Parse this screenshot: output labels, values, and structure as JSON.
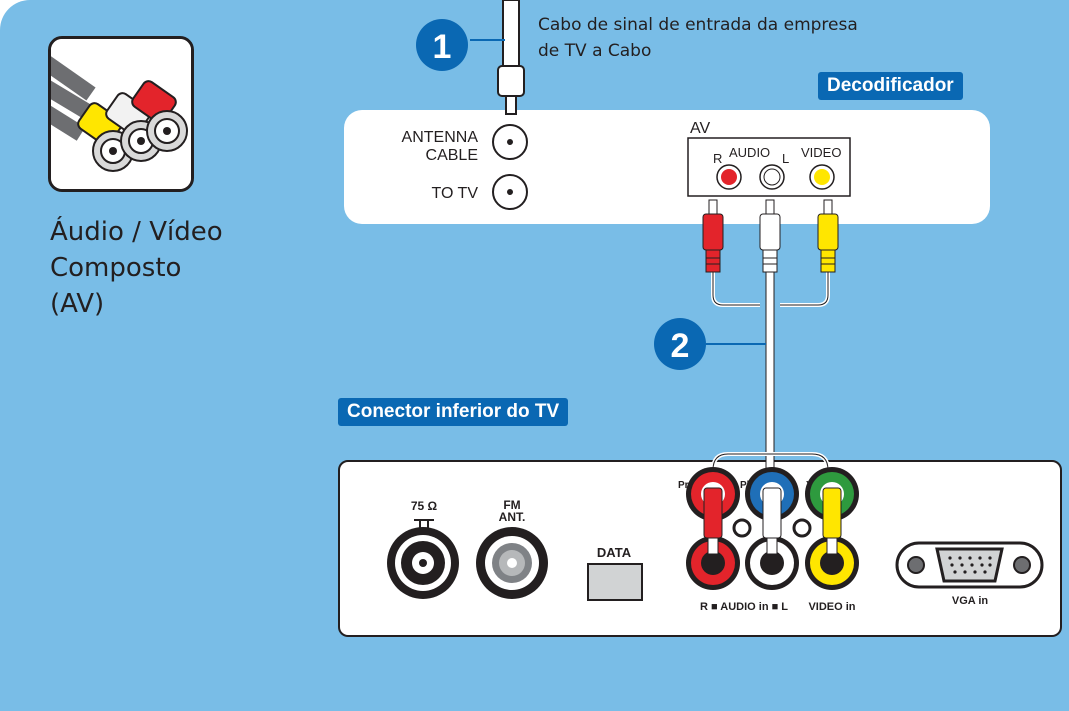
{
  "thumbnail": {
    "caption_lines": [
      "Áudio / Vídeo",
      "Composto",
      "(AV)"
    ]
  },
  "steps": [
    {
      "number": "1",
      "label_lines": [
        "Cabo de sinal de entrada da empresa",
        "de TV a Cabo"
      ]
    },
    {
      "number": "2"
    }
  ],
  "decoder": {
    "tag": "Decodificador",
    "antenna_lines": [
      "ANTENNA",
      "CABLE"
    ],
    "to_tv": "TO TV",
    "av_title": "AV",
    "av_r": "R",
    "av_audio": "AUDIO",
    "av_l": "L",
    "av_video": "VIDEO"
  },
  "tv": {
    "tag": "Conector inferior do TV",
    "ohm_label": "75 Ω",
    "fm_lines": [
      "FM",
      "ANT."
    ],
    "data_label": "DATA",
    "pr": "Pr",
    "pb": "Pb",
    "y": "Y",
    "audio_in": "R ■ AUDIO in ■ L",
    "video_in": "VIDEO in",
    "vga_in": "VGA in"
  },
  "colors": {
    "background": "#79bde7",
    "tag_blue": "#0a68b3",
    "red": "#e3242b",
    "yellow": "#ffe600",
    "white": "#ffffff",
    "green": "#2e9a3e",
    "blue": "#1f6fb8",
    "dark": "#231f20"
  }
}
